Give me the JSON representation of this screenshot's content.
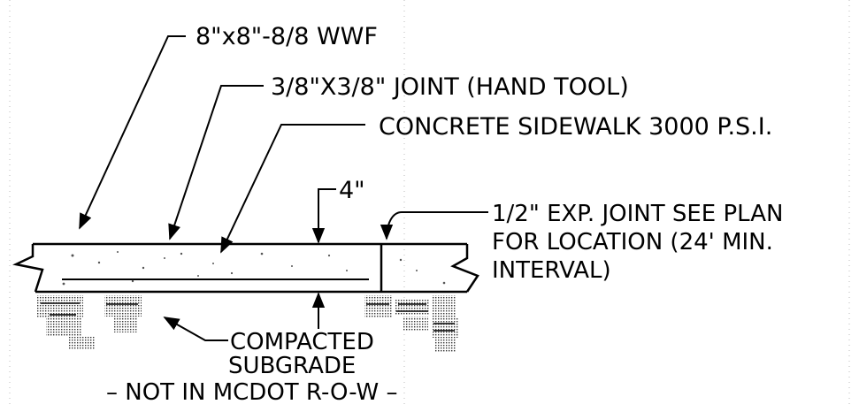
{
  "colors": {
    "ink": "#000000",
    "paper": "#ffffff",
    "hatch": "#444444",
    "speckle": "#555555"
  },
  "labels": {
    "wwf": "8\"x8\"-8/8 WWF",
    "joint": "3/8\"X3/8\" JOINT (HAND TOOL)",
    "sidewalk": "CONCRETE SIDEWALK 3000 P.S.I.",
    "thickness": "4\"",
    "exp_joint_line1": "1/2\" EXP. JOINT SEE PLAN",
    "exp_joint_line2": "FOR LOCATION (24' MIN.",
    "exp_joint_line3": "INTERVAL)",
    "subgrade_line1": "COMPACTED",
    "subgrade_line2": "SUBGRADE",
    "note": "– NOT IN MCDOT R-O-W –"
  }
}
